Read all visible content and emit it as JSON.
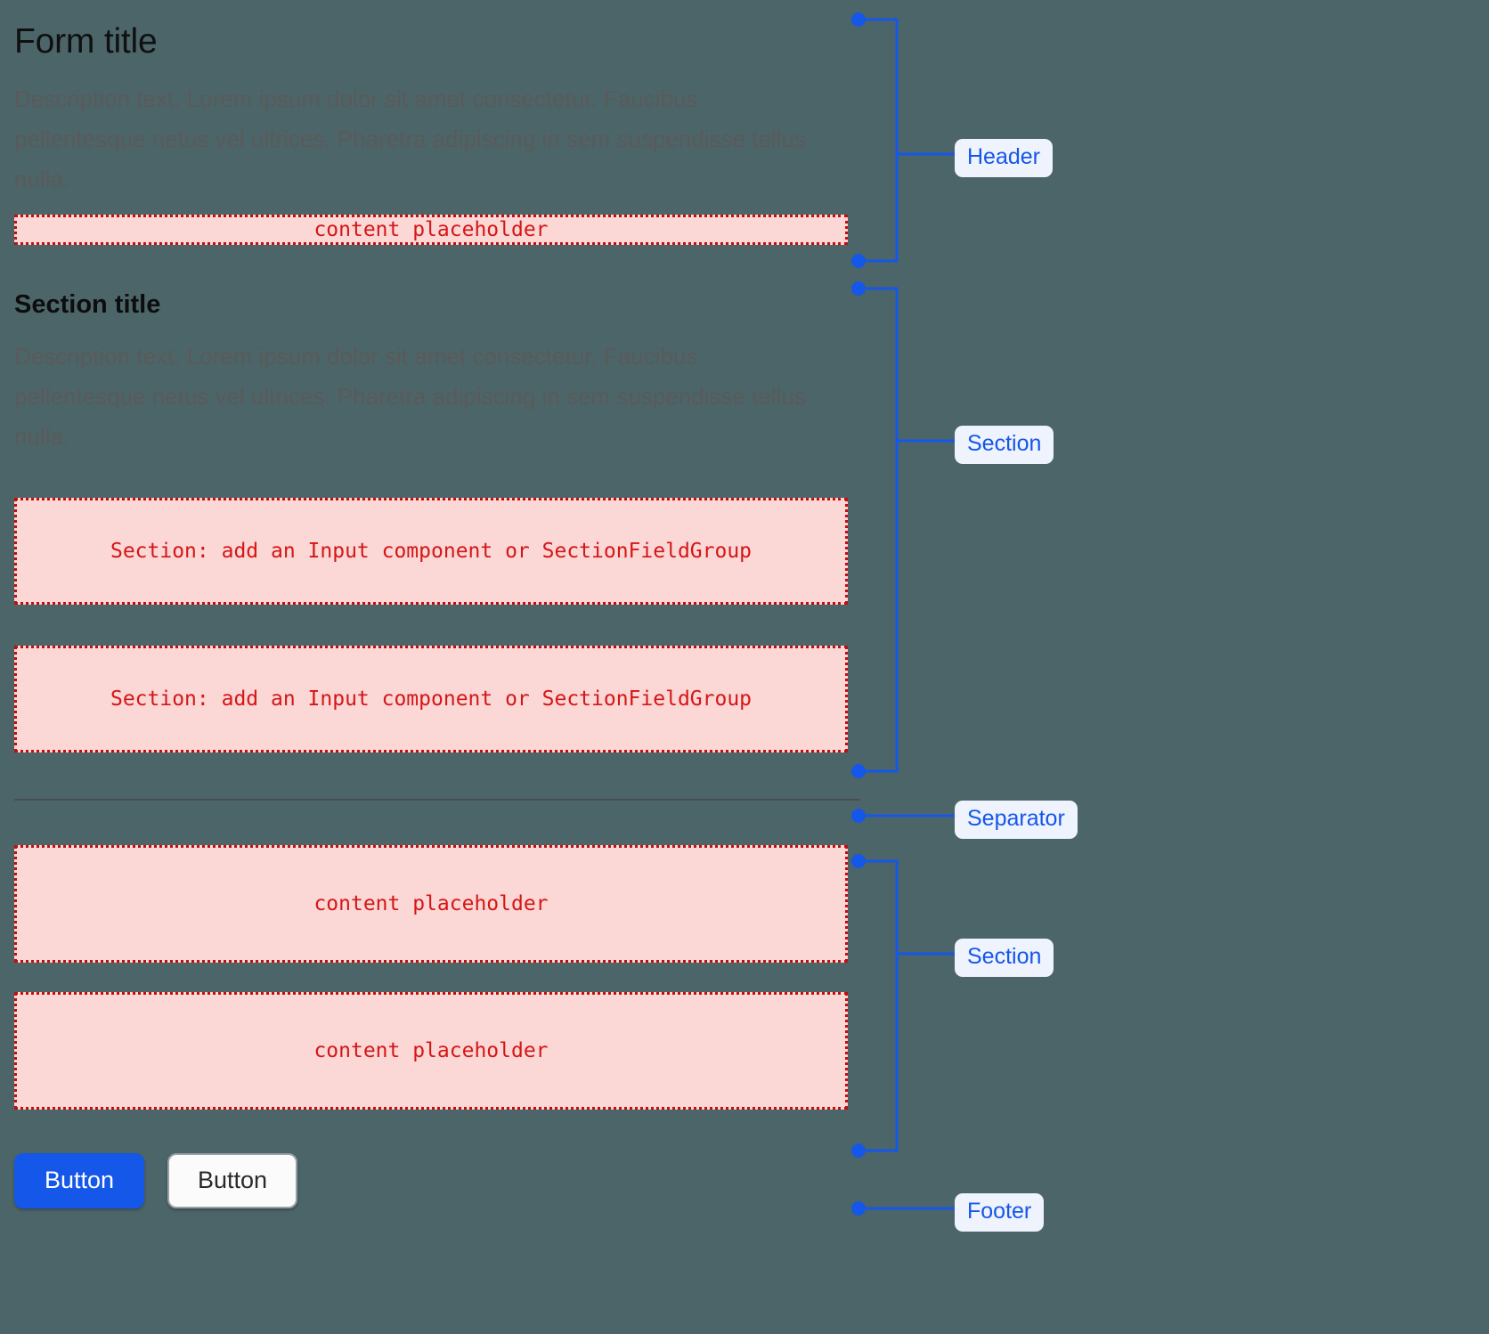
{
  "page": {
    "background_color": "#4c6569",
    "accent_color": "#1557e8",
    "placeholder_bg": "#fbd7d6",
    "placeholder_border": "#c40d0d",
    "placeholder_text_color": "#d51616"
  },
  "header": {
    "title": "Form title",
    "description": "Description text. Lorem ipsum dolor sit amet consectetur. Faucibus pellentesque netus vel ultrices. Pharetra adipiscing in sem suspendisse tellus nulla.",
    "placeholder": "content placeholder"
  },
  "section": {
    "title": "Section title",
    "description": "Description text. Lorem ipsum dolor sit amet consectetur. Faucibus pellentesque netus vel ultrices. Pharetra adipiscing in sem suspendisse tellus nulla.",
    "fields": [
      "Section: add an Input component or SectionFieldGroup",
      "Section: add an Input component or SectionFieldGroup"
    ]
  },
  "section_two": {
    "blocks": [
      "content placeholder",
      "content placeholder"
    ]
  },
  "footer": {
    "primary_button": "Button",
    "secondary_button": "Button"
  },
  "annotations": [
    {
      "label": "Header",
      "name": "annotation-header"
    },
    {
      "label": "Section",
      "name": "annotation-section-one"
    },
    {
      "label": "Separator",
      "name": "annotation-separator"
    },
    {
      "label": "Section",
      "name": "annotation-section-two"
    },
    {
      "label": "Footer",
      "name": "annotation-footer"
    }
  ]
}
